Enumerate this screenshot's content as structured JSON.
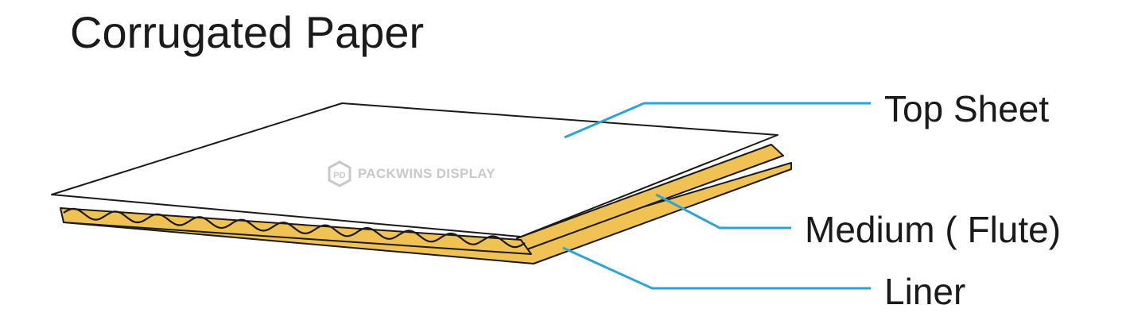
{
  "title": "Corrugated Paper",
  "labels": {
    "top_sheet": "Top Sheet",
    "medium": "Medium ( Flute)",
    "liner": "Liner"
  },
  "watermark": {
    "logo_text": "PD",
    "text": "PACKWINS DISPLAY"
  },
  "colors": {
    "kraft": "#efc253",
    "leader_line": "#2ea3da",
    "outline": "#1a1a1a",
    "watermark": "#c9c9c9"
  }
}
